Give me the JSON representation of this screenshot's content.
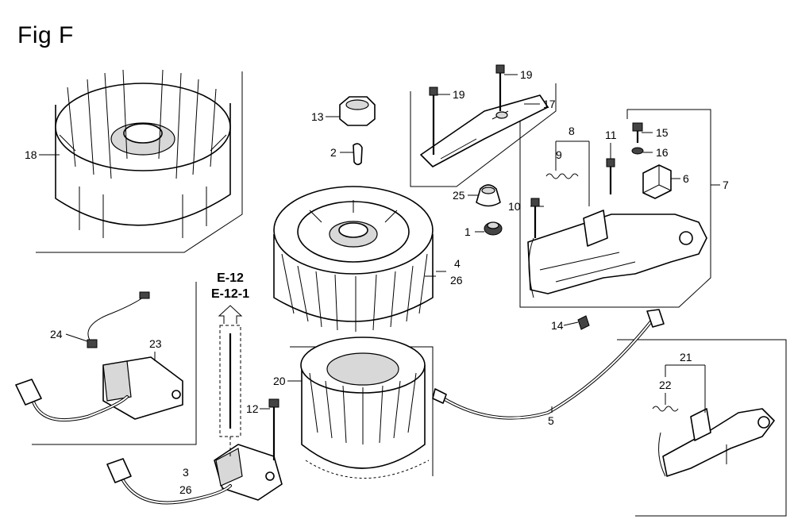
{
  "figure": {
    "title": "Fig F",
    "reference": {
      "line1": "E-12",
      "line2": "E-12-1"
    }
  },
  "callouts": [
    {
      "id": "c1",
      "text": "1"
    },
    {
      "id": "c2",
      "text": "2"
    },
    {
      "id": "c3",
      "text": "3"
    },
    {
      "id": "c26a",
      "text": "26"
    },
    {
      "id": "c4",
      "text": "4"
    },
    {
      "id": "c26b",
      "text": "26"
    },
    {
      "id": "c5",
      "text": "5"
    },
    {
      "id": "c6",
      "text": "6"
    },
    {
      "id": "c7",
      "text": "7"
    },
    {
      "id": "c8",
      "text": "8"
    },
    {
      "id": "c9",
      "text": "9"
    },
    {
      "id": "c10",
      "text": "10"
    },
    {
      "id": "c11",
      "text": "11"
    },
    {
      "id": "c12",
      "text": "12"
    },
    {
      "id": "c13",
      "text": "13"
    },
    {
      "id": "c14",
      "text": "14"
    },
    {
      "id": "c15",
      "text": "15"
    },
    {
      "id": "c16",
      "text": "16"
    },
    {
      "id": "c17",
      "text": "17"
    },
    {
      "id": "c18",
      "text": "18"
    },
    {
      "id": "c19a",
      "text": "19"
    },
    {
      "id": "c19b",
      "text": "19"
    },
    {
      "id": "c20",
      "text": "20"
    },
    {
      "id": "c21",
      "text": "21"
    },
    {
      "id": "c22",
      "text": "22"
    },
    {
      "id": "c23",
      "text": "23"
    },
    {
      "id": "c24",
      "text": "24"
    },
    {
      "id": "c25",
      "text": "25"
    }
  ]
}
